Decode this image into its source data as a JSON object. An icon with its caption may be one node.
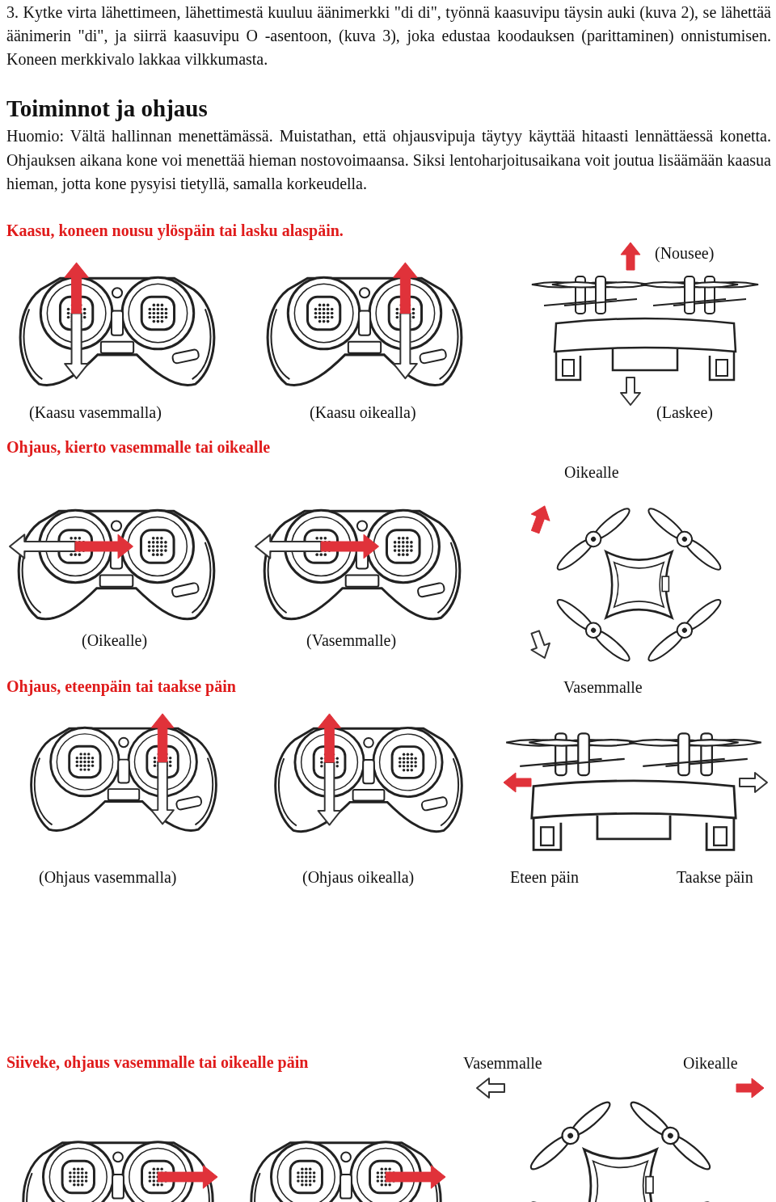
{
  "diagram": {
    "title": "Toiminnot ja ohjaus",
    "labels": [
      "3. Kytke virta lähettimeen, lähettimestä kuuluu äänimerkki \"di di\", työnnä kaasuvipu täysin auki (kuva 2), se lähettää äänimerin \"di\", ja siirrä kaasuvipu O -asentoon, (kuva 3), joka edustaa koodauksen (parittaminen) onnistumisen. Koneen merkkivalo lakkaa vilkkumasta.",
      "Huomio: Vältä hallinnan menettämässä. Muistathan, että ohjausvipuja täytyy käyttää hitaasti lennättäessä konetta. Ohjauksen aikana kone voi menettää hieman nostovoimaansa. Siksi lentoharjoitusaikana voit joutua lisäämään kaasua hieman, jotta kone pysyisi tietyllä, samalla korkeudella.",
      "Kaasu, koneen nousu ylöspäin tai lasku alaspäin.",
      "(Nousee)",
      "(Kaasu vasemmalla)",
      "(Kaasu oikealla)",
      "(Laskee)",
      "Ohjaus, kierto vasemmalle tai oikealle",
      "Oikealle",
      "(Oikealle)",
      "(Vasemmalle)",
      "Ohjaus, eteenpäin tai taakse päin",
      "Vasemmalle",
      "(Ohjaus vasemmalla)",
      "(Ohjaus oikealla)",
      "Eteen päin",
      "Taakse päin",
      "Siiveke, ohjaus vasemmalle tai oikealle päin",
      "Vasemmalle",
      "Oikealle"
    ]
  }
}
